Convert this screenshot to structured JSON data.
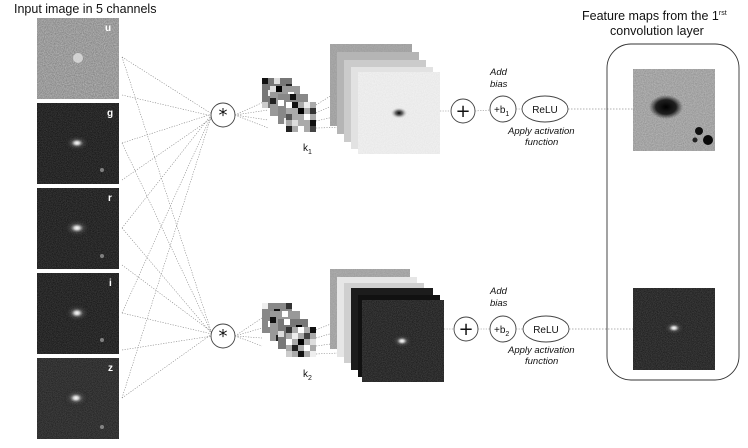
{
  "titles": {
    "input": "Input image in 5 channels",
    "feature_maps_line1": "Feature maps from the 1",
    "feature_maps_sup": "rst",
    "feature_maps_line2": "convolution layer"
  },
  "channels": [
    "u",
    "g",
    "r",
    "i",
    "z"
  ],
  "branch_top": {
    "conv_symbol": "*",
    "kernel_label": "k",
    "kernel_sub": "1",
    "plus_symbol": "+",
    "bias_caption_line1": "Add",
    "bias_caption_line2": "bias",
    "bias_node": "+b",
    "bias_sub": "1",
    "relu": "ReLU",
    "activation_line1": "Apply activation",
    "activation_line2": "function"
  },
  "branch_bottom": {
    "conv_symbol": "*",
    "kernel_label": "k",
    "kernel_sub": "2",
    "plus_symbol": "+",
    "bias_caption_line1": "Add",
    "bias_caption_line2": "bias",
    "bias_node": "+b",
    "bias_sub": "2",
    "relu": "ReLU",
    "activation_line1": "Apply activation",
    "activation_line2": "function"
  },
  "colors": {
    "background": "#ffffff",
    "ink": "#111111",
    "wire": "#7a7a7a"
  }
}
